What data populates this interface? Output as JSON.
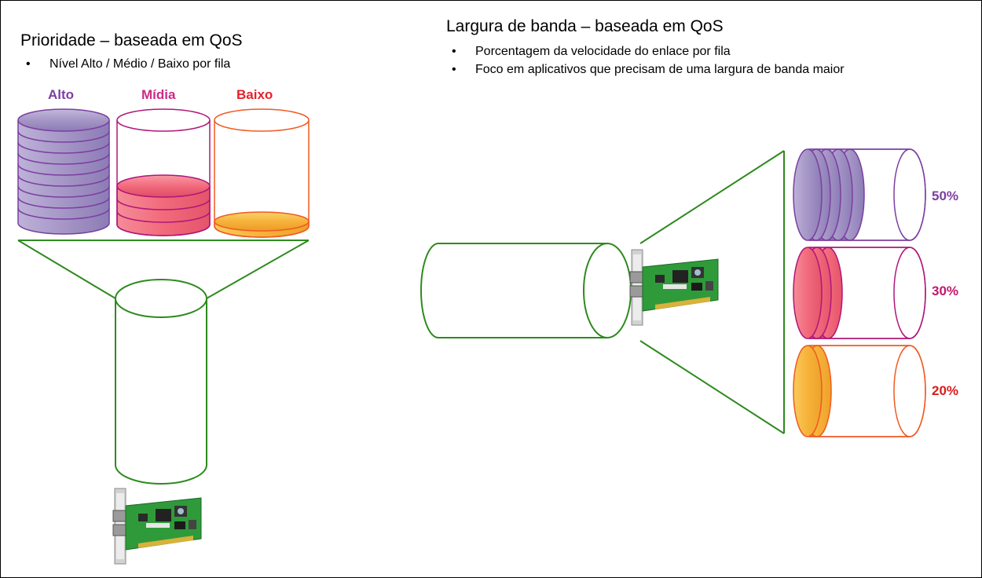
{
  "left": {
    "title": "Prioridade – baseada em QoS",
    "bullets": [
      "Nível Alto / Médio / Baixo por fila"
    ],
    "queues": [
      {
        "label": "Alto",
        "color": "#7b3fa0"
      },
      {
        "label": "Mídia",
        "color": "#cc2a86"
      },
      {
        "label": "Baixo",
        "color": "#e8202a"
      }
    ]
  },
  "right": {
    "title": "Largura de banda – baseada em QoS",
    "bullets": [
      "Porcentagem da velocidade do enlace por fila",
      "Foco em aplicativos que precisam de uma largura de banda maior"
    ],
    "queues": [
      {
        "label": "50%",
        "color": "#7b3fa0"
      },
      {
        "label": "30%",
        "color": "#c0186c"
      },
      {
        "label": "20%",
        "color": "#d91c1c"
      }
    ]
  },
  "colors": {
    "funnel": "#2e8a1e",
    "purple_stroke": "#7b3fa0",
    "purple_fill": "#a99ac8",
    "pink_stroke": "#b0167a",
    "pink_fill": "#f26a7c",
    "orange_stroke": "#f05a22",
    "orange_fill": "#f6b23a"
  },
  "icons": [
    "network-adapter-card-icon"
  ]
}
